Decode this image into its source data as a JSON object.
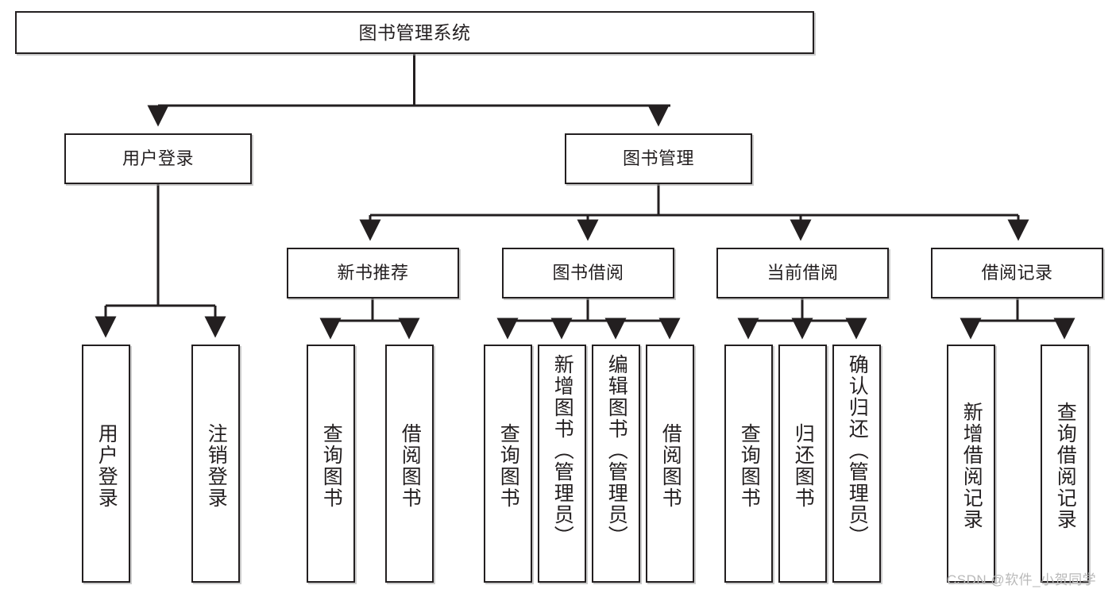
{
  "diagram": {
    "title": "图书管理系统",
    "type": "功能结构图",
    "root": {
      "id": "root",
      "label": "图书管理系统"
    },
    "level2": [
      {
        "id": "user-login",
        "label": "用户登录"
      },
      {
        "id": "book-manage",
        "label": "图书管理"
      }
    ],
    "level3": [
      {
        "id": "new-book-rec",
        "label": "新书推荐",
        "parent": "book-manage"
      },
      {
        "id": "book-borrow",
        "label": "图书借阅",
        "parent": "book-manage"
      },
      {
        "id": "current-borrow",
        "label": "当前借阅",
        "parent": "book-manage"
      },
      {
        "id": "borrow-record",
        "label": "借阅记录",
        "parent": "book-manage"
      }
    ],
    "leaves": {
      "user_login": [
        {
          "id": "leaf-user-login",
          "label": "用户登录"
        },
        {
          "id": "leaf-user-logout",
          "label": "注销登录"
        }
      ],
      "new_book_rec": [
        {
          "id": "leaf-query-book-1",
          "label": "查询图书"
        },
        {
          "id": "leaf-borrow-book-1",
          "label": "借阅图书"
        }
      ],
      "book_borrow": [
        {
          "id": "leaf-query-book-2",
          "label": "查询图书"
        },
        {
          "id": "leaf-add-book",
          "label": "新增图书（管理员）"
        },
        {
          "id": "leaf-edit-book",
          "label": "编辑图书（管理员）"
        },
        {
          "id": "leaf-borrow-book-2",
          "label": "借阅图书"
        }
      ],
      "current_borrow": [
        {
          "id": "leaf-query-book-3",
          "label": "查询图书"
        },
        {
          "id": "leaf-return-book",
          "label": "归还图书"
        },
        {
          "id": "leaf-confirm-return",
          "label": "确认归还（管理员）"
        }
      ],
      "borrow_record": [
        {
          "id": "leaf-add-record",
          "label": "新增借阅记录"
        },
        {
          "id": "leaf-query-record",
          "label": "查询借阅记录"
        }
      ]
    }
  },
  "watermark": {
    "text": "CSDN @软件_小贺同学"
  },
  "colors": {
    "stroke": "#231f20",
    "fill": "#ffffff",
    "background": "#ffffff",
    "watermark": "#b9b9b9"
  }
}
